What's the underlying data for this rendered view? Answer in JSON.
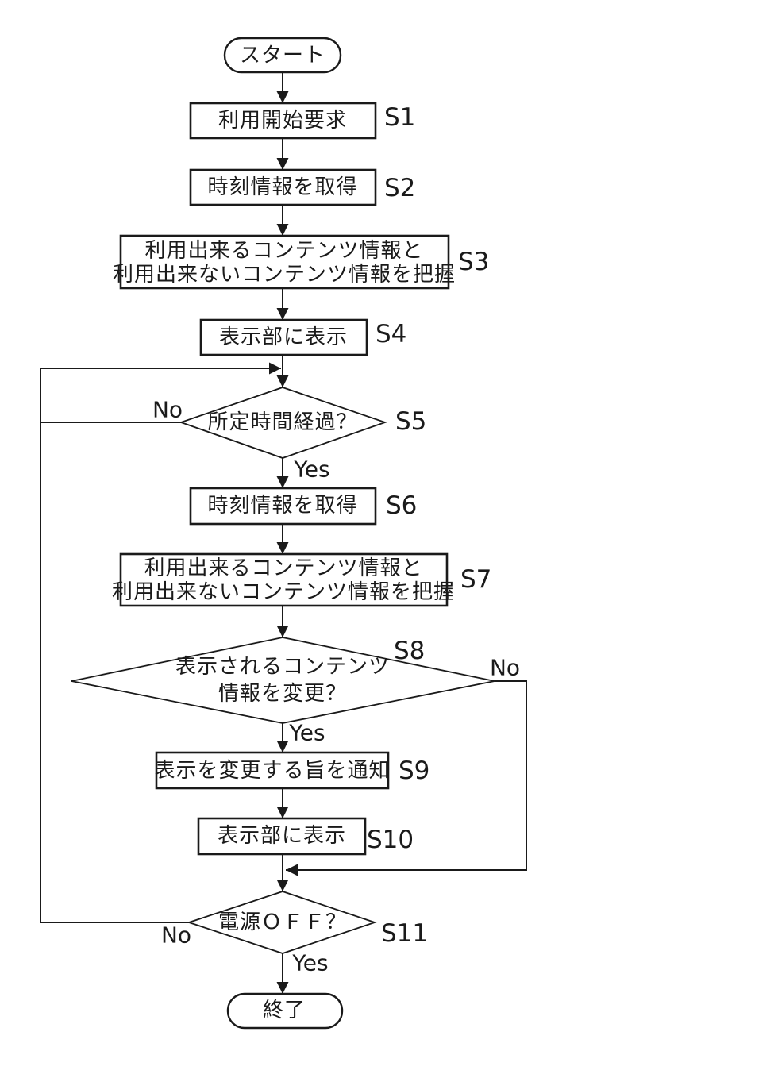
{
  "diagram": {
    "type": "flowchart",
    "terminals": {
      "start": "スタート",
      "end": "終了"
    },
    "steps": {
      "s1": {
        "id": "S1",
        "label": "利用開始要求"
      },
      "s2": {
        "id": "S2",
        "label": "時刻情報を取得"
      },
      "s3": {
        "id": "S3",
        "lines": [
          "利用出来るコンテンツ情報と",
          "利用出来ないコンテンツ情報を把握"
        ]
      },
      "s4": {
        "id": "S4",
        "label": "表示部に表示"
      },
      "s5": {
        "id": "S5",
        "label": "所定時間経過？"
      },
      "s6": {
        "id": "S6",
        "label": "時刻情報を取得"
      },
      "s7": {
        "id": "S7",
        "lines": [
          "利用出来るコンテンツ情報と",
          "利用出来ないコンテンツ情報を把握"
        ]
      },
      "s8": {
        "id": "S8",
        "lines": [
          "表示されるコンテンツ",
          "情報を変更？"
        ]
      },
      "s9": {
        "id": "S9",
        "label": "表示を変更する旨を通知"
      },
      "s10": {
        "id": "S10",
        "label": "表示部に表示"
      },
      "s11": {
        "id": "S11",
        "label": "電源ＯＦＦ？"
      }
    },
    "branch_labels": {
      "yes": "Yes",
      "no": "No"
    },
    "edges": [
      {
        "from": "start",
        "to": "S1"
      },
      {
        "from": "S1",
        "to": "S2"
      },
      {
        "from": "S2",
        "to": "S3"
      },
      {
        "from": "S3",
        "to": "S4"
      },
      {
        "from": "S4",
        "to": "S5"
      },
      {
        "from": "S5",
        "to": "S5",
        "label": "No",
        "note": "left loop back to S5 entry"
      },
      {
        "from": "S5",
        "to": "S6",
        "label": "Yes"
      },
      {
        "from": "S6",
        "to": "S7"
      },
      {
        "from": "S7",
        "to": "S8"
      },
      {
        "from": "S8",
        "to": "S9",
        "label": "Yes"
      },
      {
        "from": "S8",
        "to": "S11",
        "label": "No",
        "note": "right bypass joining line above S11"
      },
      {
        "from": "S9",
        "to": "S10"
      },
      {
        "from": "S10",
        "to": "S11"
      },
      {
        "from": "S11",
        "to": "S5",
        "label": "No",
        "note": "left loop back to S5 entry"
      },
      {
        "from": "S11",
        "to": "end",
        "label": "Yes"
      }
    ]
  },
  "colors": {
    "ink": "#1a1a1a",
    "background": "#ffffff"
  }
}
